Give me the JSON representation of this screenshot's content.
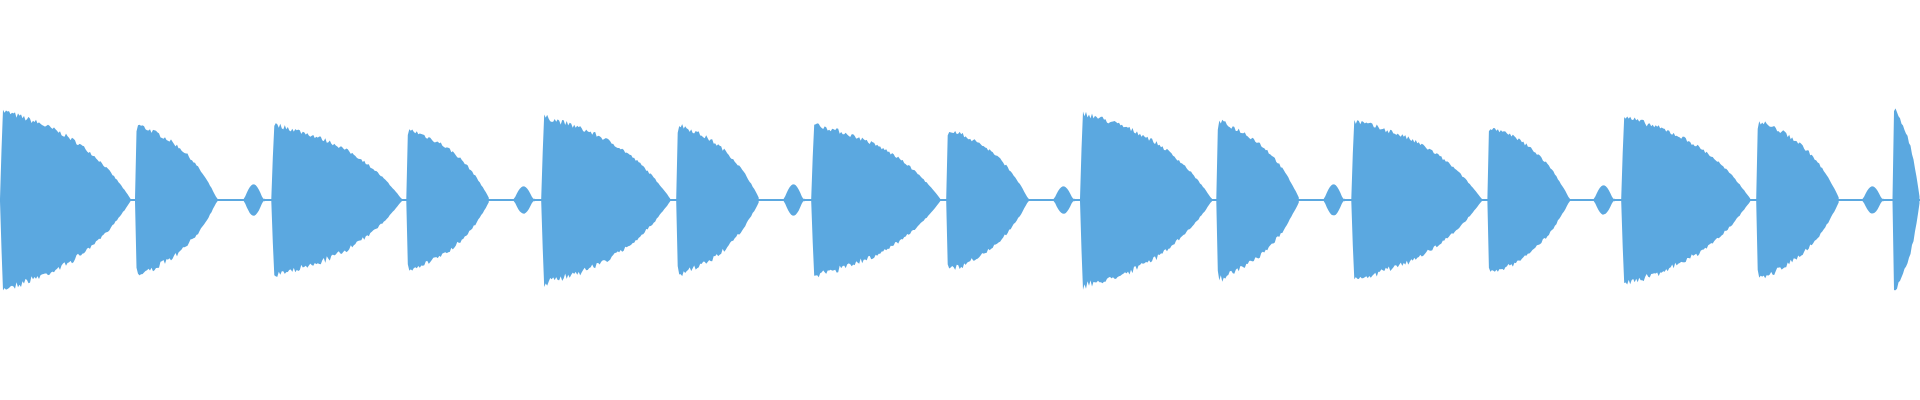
{
  "waveform": {
    "color": "#5ba8e0",
    "background": "#ffffff",
    "amplitude_scale": 1.0,
    "segments": [
      {
        "kind": "note",
        "start": 0.0,
        "end": 0.0684,
        "peak": 0.94
      },
      {
        "kind": "note",
        "start": 0.0703,
        "end": 0.1133,
        "peak": 0.8
      },
      {
        "kind": "blip",
        "start": 0.127,
        "end": 0.1387,
        "peak": 0.16
      },
      {
        "kind": "note",
        "start": 0.1413,
        "end": 0.2096,
        "peak": 0.8
      },
      {
        "kind": "note",
        "start": 0.2116,
        "end": 0.2552,
        "peak": 0.75
      },
      {
        "kind": "blip",
        "start": 0.2676,
        "end": 0.2793,
        "peak": 0.14
      },
      {
        "kind": "note",
        "start": 0.2819,
        "end": 0.3496,
        "peak": 0.88
      },
      {
        "kind": "note",
        "start": 0.3522,
        "end": 0.3958,
        "peak": 0.8
      },
      {
        "kind": "blip",
        "start": 0.4082,
        "end": 0.4199,
        "peak": 0.16
      },
      {
        "kind": "note",
        "start": 0.4225,
        "end": 0.4902,
        "peak": 0.8
      },
      {
        "kind": "note",
        "start": 0.4928,
        "end": 0.5358,
        "peak": 0.75
      },
      {
        "kind": "blip",
        "start": 0.5488,
        "end": 0.5605,
        "peak": 0.14
      },
      {
        "kind": "note",
        "start": 0.5625,
        "end": 0.6315,
        "peak": 0.92
      },
      {
        "kind": "note",
        "start": 0.6335,
        "end": 0.6771,
        "peak": 0.84
      },
      {
        "kind": "blip",
        "start": 0.6895,
        "end": 0.7012,
        "peak": 0.16
      },
      {
        "kind": "note",
        "start": 0.7038,
        "end": 0.7721,
        "peak": 0.84
      },
      {
        "kind": "note",
        "start": 0.7747,
        "end": 0.8177,
        "peak": 0.78
      },
      {
        "kind": "blip",
        "start": 0.8301,
        "end": 0.8418,
        "peak": 0.15
      },
      {
        "kind": "note",
        "start": 0.8444,
        "end": 0.9121,
        "peak": 0.88
      },
      {
        "kind": "note",
        "start": 0.9147,
        "end": 0.9583,
        "peak": 0.84
      },
      {
        "kind": "blip",
        "start": 0.9701,
        "end": 0.9818,
        "peak": 0.14
      },
      {
        "kind": "note",
        "start": 0.9857,
        "end": 1.0,
        "peak": 0.98
      }
    ]
  }
}
